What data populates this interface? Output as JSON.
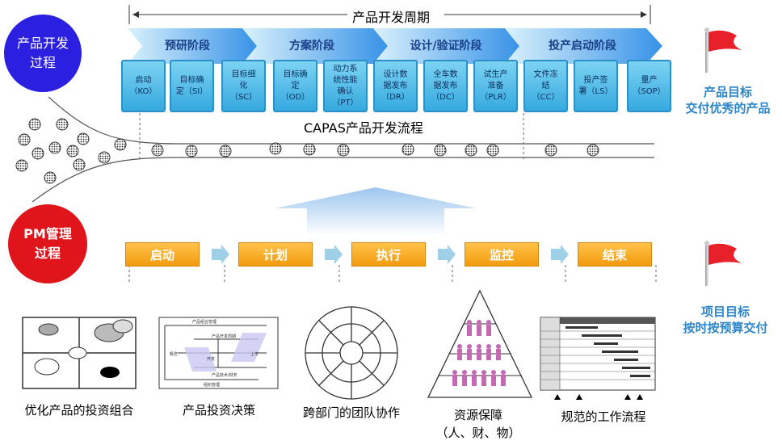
{
  "period_label": "产品开发周期",
  "dev_circle": {
    "line1": "产品开发",
    "line2": "过程",
    "color": "#2b1fe0"
  },
  "pm_circle": {
    "line1": "PM管理",
    "line2": "过程",
    "color": "#e0151c"
  },
  "phases": [
    {
      "label": "预研阶段"
    },
    {
      "label": "方案阶段"
    },
    {
      "label": "设计/验证阶段"
    },
    {
      "label": "投产启动阶段"
    }
  ],
  "steps": [
    {
      "l1": "启动",
      "l2": "（KO）",
      "l3": "",
      "l4": ""
    },
    {
      "l1": "目标确",
      "l2": "定（SI）",
      "l3": "",
      "l4": ""
    },
    {
      "l1": "目标细",
      "l2": "化",
      "l3": "（SC）",
      "l4": ""
    },
    {
      "l1": "目标确",
      "l2": "定",
      "l3": "（OD）",
      "l4": ""
    },
    {
      "l1": "动力系",
      "l2": "统性能",
      "l3": "确认",
      "l4": "（PT）"
    },
    {
      "l1": "设计数",
      "l2": "据发布",
      "l3": "（DR）",
      "l4": ""
    },
    {
      "l1": "全车数",
      "l2": "据发布",
      "l3": "（DC）",
      "l4": ""
    },
    {
      "l1": "试生产",
      "l2": "准备",
      "l3": "（PLR）",
      "l4": ""
    },
    {
      "l1": "文件冻",
      "l2": "结",
      "l3": "（CC）",
      "l4": ""
    },
    {
      "l1": "投产签",
      "l2": "署（LS）",
      "l3": "",
      "l4": ""
    },
    {
      "l1": "量产",
      "l2": "（SOP）",
      "l3": "",
      "l4": ""
    }
  ],
  "capas_label": "CAPAS产品开发流程",
  "goal_product": {
    "l1": "产品目标",
    "l2": "交付优秀的产品"
  },
  "goal_project": {
    "l1": "项目目标",
    "l2": "按时按预算交付"
  },
  "pm_steps": [
    "启动",
    "计划",
    "执行",
    "监控",
    "结束"
  ],
  "tools": [
    {
      "l1": "优化产品的投资组合",
      "l2": ""
    },
    {
      "l1": "产品投资决策",
      "l2": ""
    },
    {
      "l1": "跨部门的团队协作",
      "l2": ""
    },
    {
      "l1": "资源保障",
      "l2": "（人、财、物）"
    },
    {
      "l1": "规范的工作流程",
      "l2": ""
    }
  ],
  "colors": {
    "step_fill": "#4ab8e8",
    "phase_arrow": "#4aa6ea",
    "pm_box": "#f5a51e",
    "goal_text": "#2e86c9",
    "flag": "#e8202a"
  }
}
